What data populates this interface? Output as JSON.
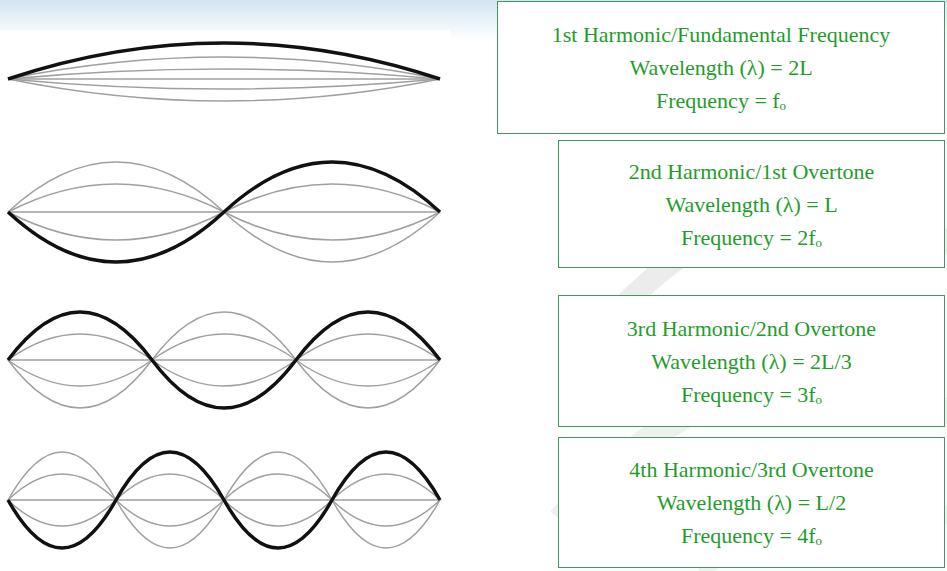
{
  "diagram": {
    "nodes": [
      {
        "text": [
          "1st Harmonic/Fundamental Frequency",
          "Wavelength (λ) = 2L",
          "Frequency = fₒ"
        ]
      },
      {
        "text": [
          "2nd Harmonic/1st Overtone",
          "Wavelength (λ) = L",
          "Frequency = 2fₒ"
        ]
      },
      {
        "text": [
          "3rd Harmonic/2nd Overtone",
          "Wavelength (λ) = 2L/3",
          "Frequency = 3fₒ"
        ]
      },
      {
        "text": [
          "4th Harmonic/3rd Overtone",
          "Wavelength (λ) = L/2",
          "Frequency = 4fₒ"
        ]
      }
    ]
  }
}
